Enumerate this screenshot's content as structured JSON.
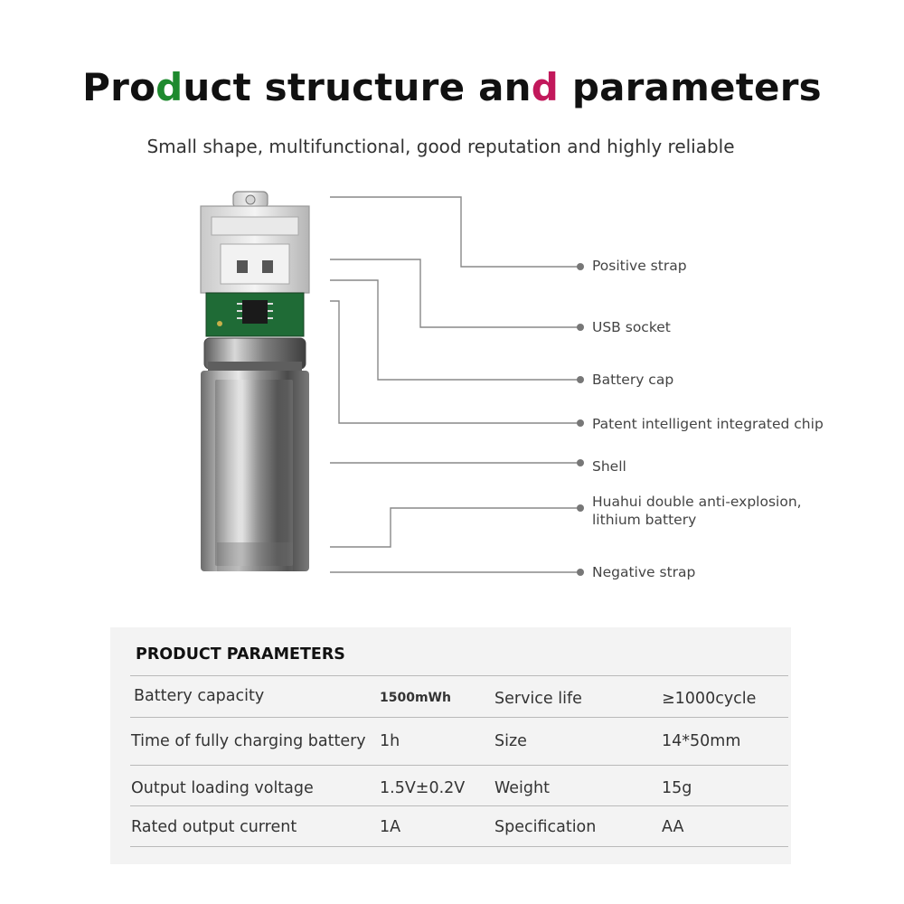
{
  "title": {
    "word1": "Pro",
    "word1_accent": "d",
    "word1_rest": "uct structure ",
    "word2": "an",
    "word2_accent": "d",
    "word2_rest": " parameters"
  },
  "subtitle": "Small shape, multifunctional, good reputation and highly reliable",
  "callouts": [
    "Positive strap",
    "USB socket",
    "Battery cap",
    "Patent intelligent integrated chip",
    "Shell",
    "Huahui double anti-explosion,",
    "lithium battery",
    "Negative strap"
  ],
  "params": {
    "heading": "PRODUCT PARAMETERS",
    "rows": [
      {
        "label1": "Battery capacity",
        "value1": "1500mWh",
        "label2": "Service life",
        "value2": "≥1000cycle"
      },
      {
        "label1": "Time of fully charging battery",
        "value1": "1h",
        "label2": "Size",
        "value2": "14*50mm"
      },
      {
        "label1": "Output loading voltage",
        "value1": "1.5V±0.2V",
        "label2": "Weight",
        "value2": "15g"
      },
      {
        "label1": "Rated output current",
        "value1": "1A",
        "label2": "Specification",
        "value2": "AA"
      }
    ]
  },
  "colors": {
    "accent_green": "#1e8a2e",
    "accent_magenta": "#c2185b",
    "pcb_green": "#1f6b36",
    "table_bg": "#f3f3f3"
  }
}
